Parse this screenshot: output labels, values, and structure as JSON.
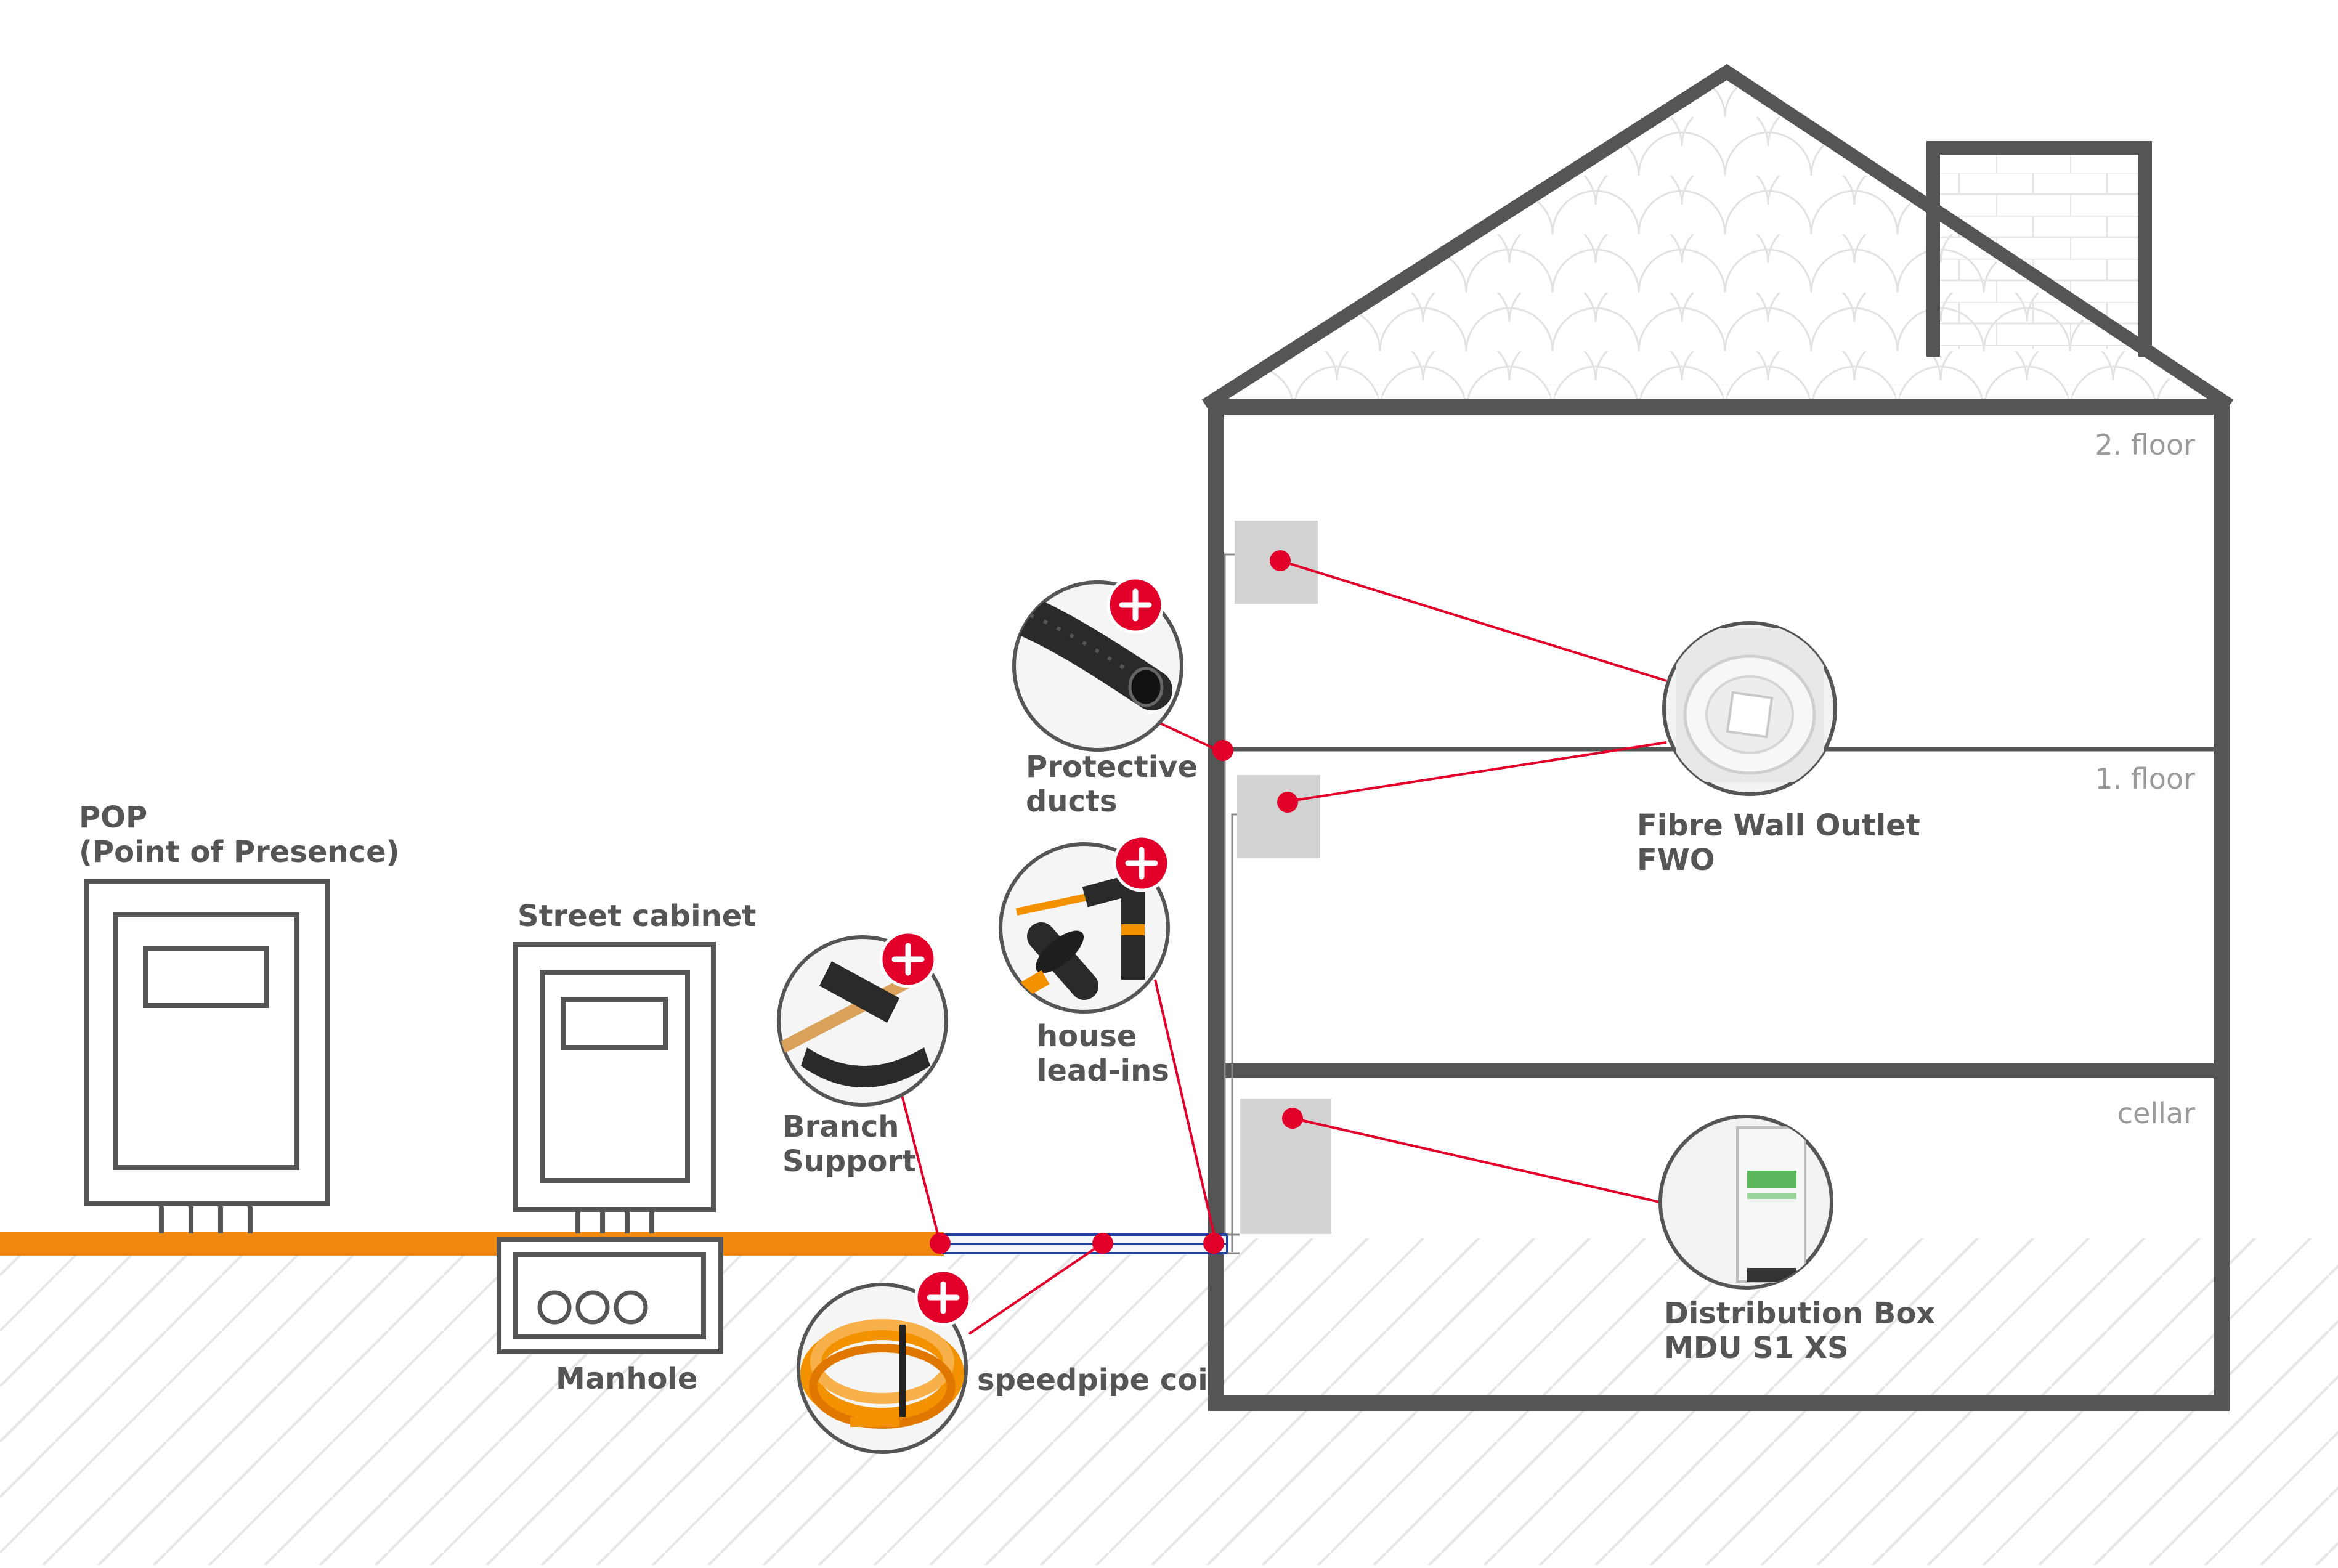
{
  "colors": {
    "outline": "#555555",
    "accent": "#e2002a",
    "orange": "#f0870e",
    "duct": "#21409a",
    "placeholder": "#d2d2d2",
    "hatch": "#e6e6e6"
  },
  "labels": {
    "pop": "POP",
    "pop_full": "(Point of Presence)",
    "street_cabinet": "Street cabinet",
    "manhole": "Manhole",
    "branch_support_1": "Branch",
    "branch_support_2": "Support",
    "speedpipe_coil": "speedpipe coil",
    "protective_ducts_1": "Protective",
    "protective_ducts_2": "ducts",
    "house_leadins_1": "house",
    "house_leadins_2": "lead-ins",
    "fwo_1": "Fibre Wall Outlet",
    "fwo_2": "FWO",
    "distbox_1": "Distribution Box",
    "distbox_2": "MDU S1 XS"
  },
  "floors": {
    "second": "2. floor",
    "first": "1. floor",
    "cellar": "cellar"
  },
  "icons": {
    "product_badge": "plus-icon"
  }
}
